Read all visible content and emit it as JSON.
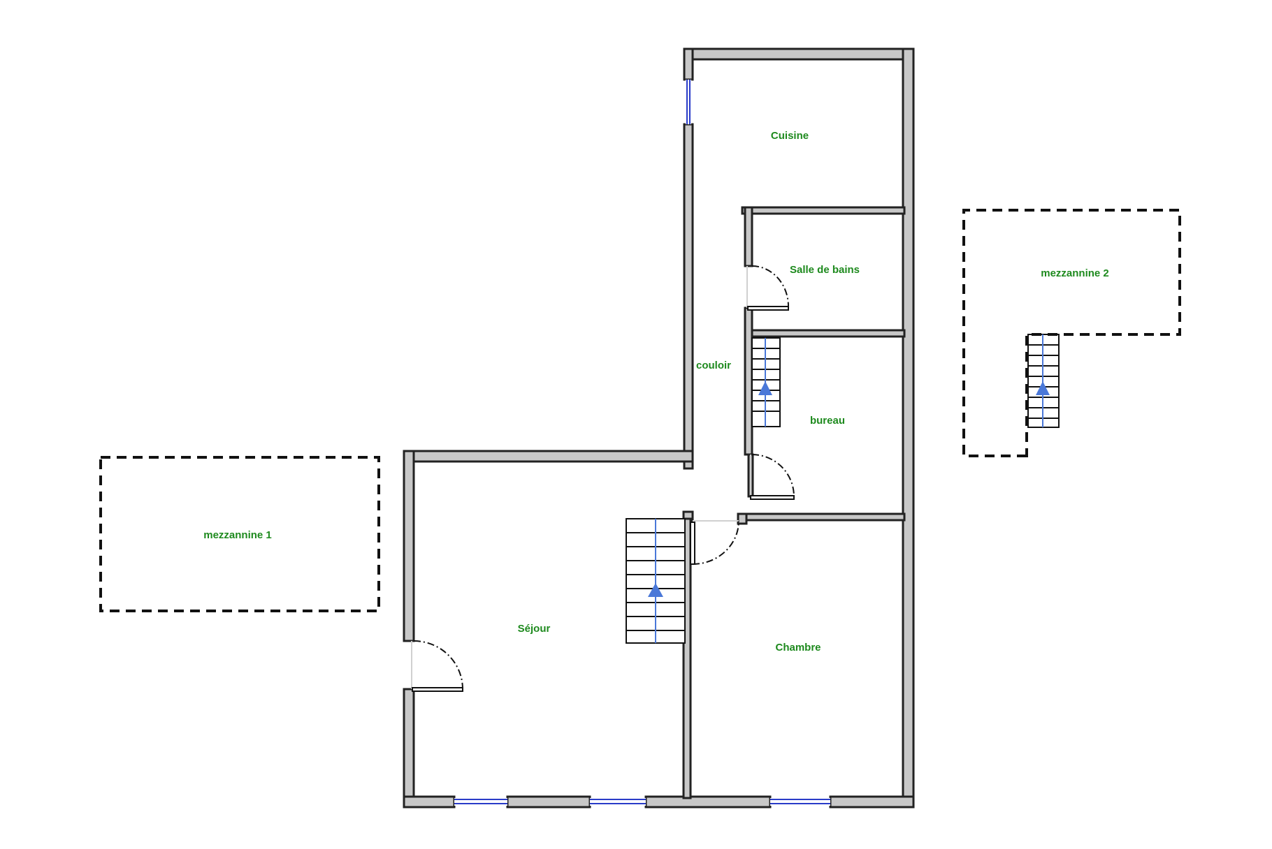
{
  "floor_plan": {
    "rooms": {
      "cuisine": "Cuisine",
      "salle_de_bains": "Salle de bains",
      "couloir": "couloir",
      "bureau": "bureau",
      "sejour": "Séjour",
      "chambre": "Chambre",
      "mezzanine_1": "mezzannine 1",
      "mezzanine_2": "mezzannine 2"
    },
    "colors": {
      "label": "#1e8a1e",
      "wall_fill": "#c8c8c8",
      "wall_stroke": "#222222",
      "window": "#2a3cc8",
      "stair_arrow": "#4a78d8"
    },
    "icons": {
      "door": "door-swing-icon",
      "stair": "stair-up-arrow-icon",
      "window": "window-icon"
    }
  }
}
